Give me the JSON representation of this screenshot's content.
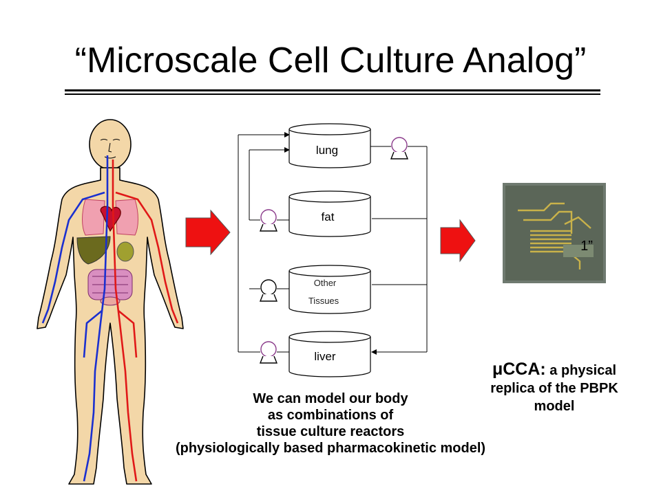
{
  "title": "“Microscale Cell Culture Analog”",
  "compartments": {
    "lung": "lung",
    "fat": "fat",
    "other_line1": "Other",
    "other_line2": "Tissues",
    "liver": "liver"
  },
  "chip_scale_label": "1”",
  "caption": {
    "line1": "We can model our body",
    "line2": "as combinations of",
    "line3": "tissue culture reactors",
    "line4": "(physiologically based pharmacokinetic model)"
  },
  "ucca": {
    "prefix": "μ",
    "name": "CCA:",
    "rest_line1": " a physical",
    "line2": "replica of the PBPK",
    "line3": "model"
  },
  "colors": {
    "arrow_fill": "#ee1111",
    "pump_stroke": "#8a3a8a",
    "vein_blue": "#1a2fd0",
    "artery_red": "#e01818",
    "skin": "#f3d7a8",
    "chip_bg": "#6f7a70"
  }
}
